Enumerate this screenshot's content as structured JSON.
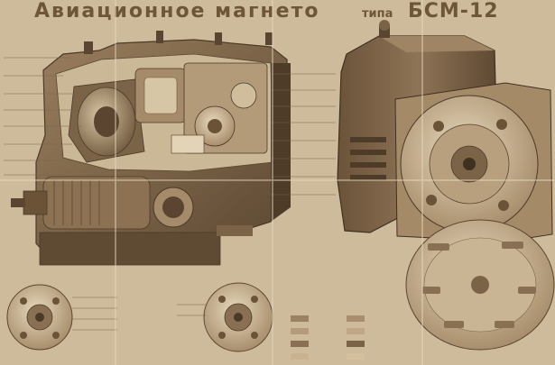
{
  "poster": {
    "title_main": "Авиационное магнето",
    "title_small": "типа",
    "title_model": "БСМ-12"
  },
  "palette": {
    "paper": "#cdbb9b",
    "ink": "#6e5638",
    "dark_metal": "#5a4630",
    "mid_metal": "#8d7455",
    "light_metal": "#d9c7a8",
    "highlight": "#ece0c8"
  }
}
